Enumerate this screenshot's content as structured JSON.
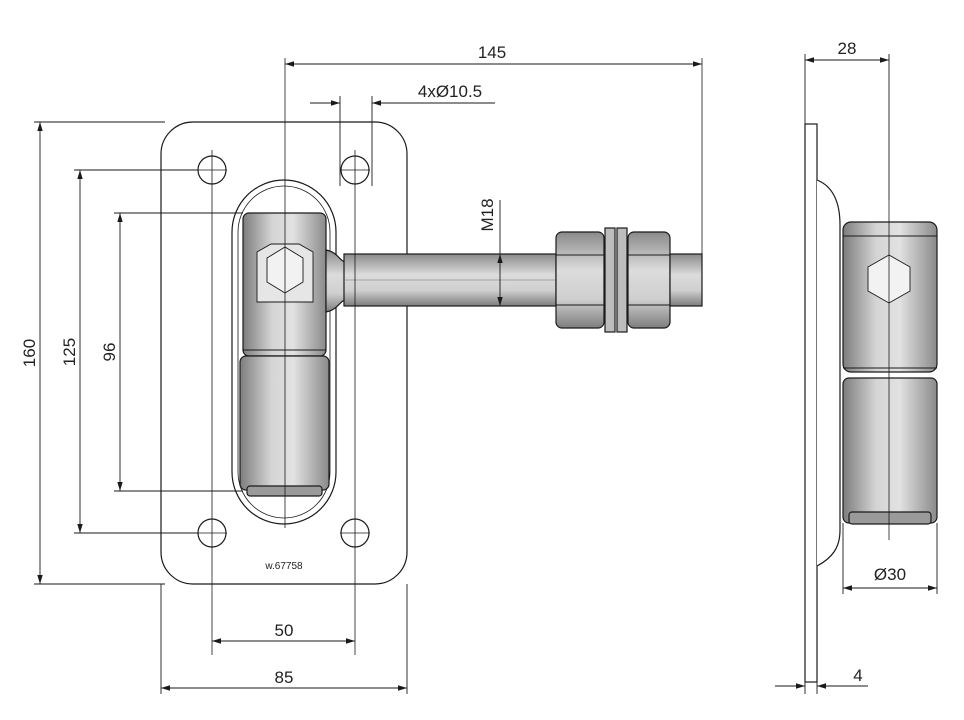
{
  "dimensions": {
    "overall_length": "145",
    "hole_spec": "4xØ10.5",
    "thread": "M18",
    "plate_height": "160",
    "hole_spacing_vertical": "125",
    "slot_length": "96",
    "hole_spacing_horizontal": "50",
    "plate_width": "85",
    "side_depth": "28",
    "barrel_diameter": "Ø30",
    "plate_thickness": "4"
  },
  "plate_marking": "w.67758",
  "colors": {
    "line": "#1a1a1a",
    "part": "#a8a8a8",
    "part_light": "#c9c9c9",
    "part_dark": "#7d7d7d"
  }
}
